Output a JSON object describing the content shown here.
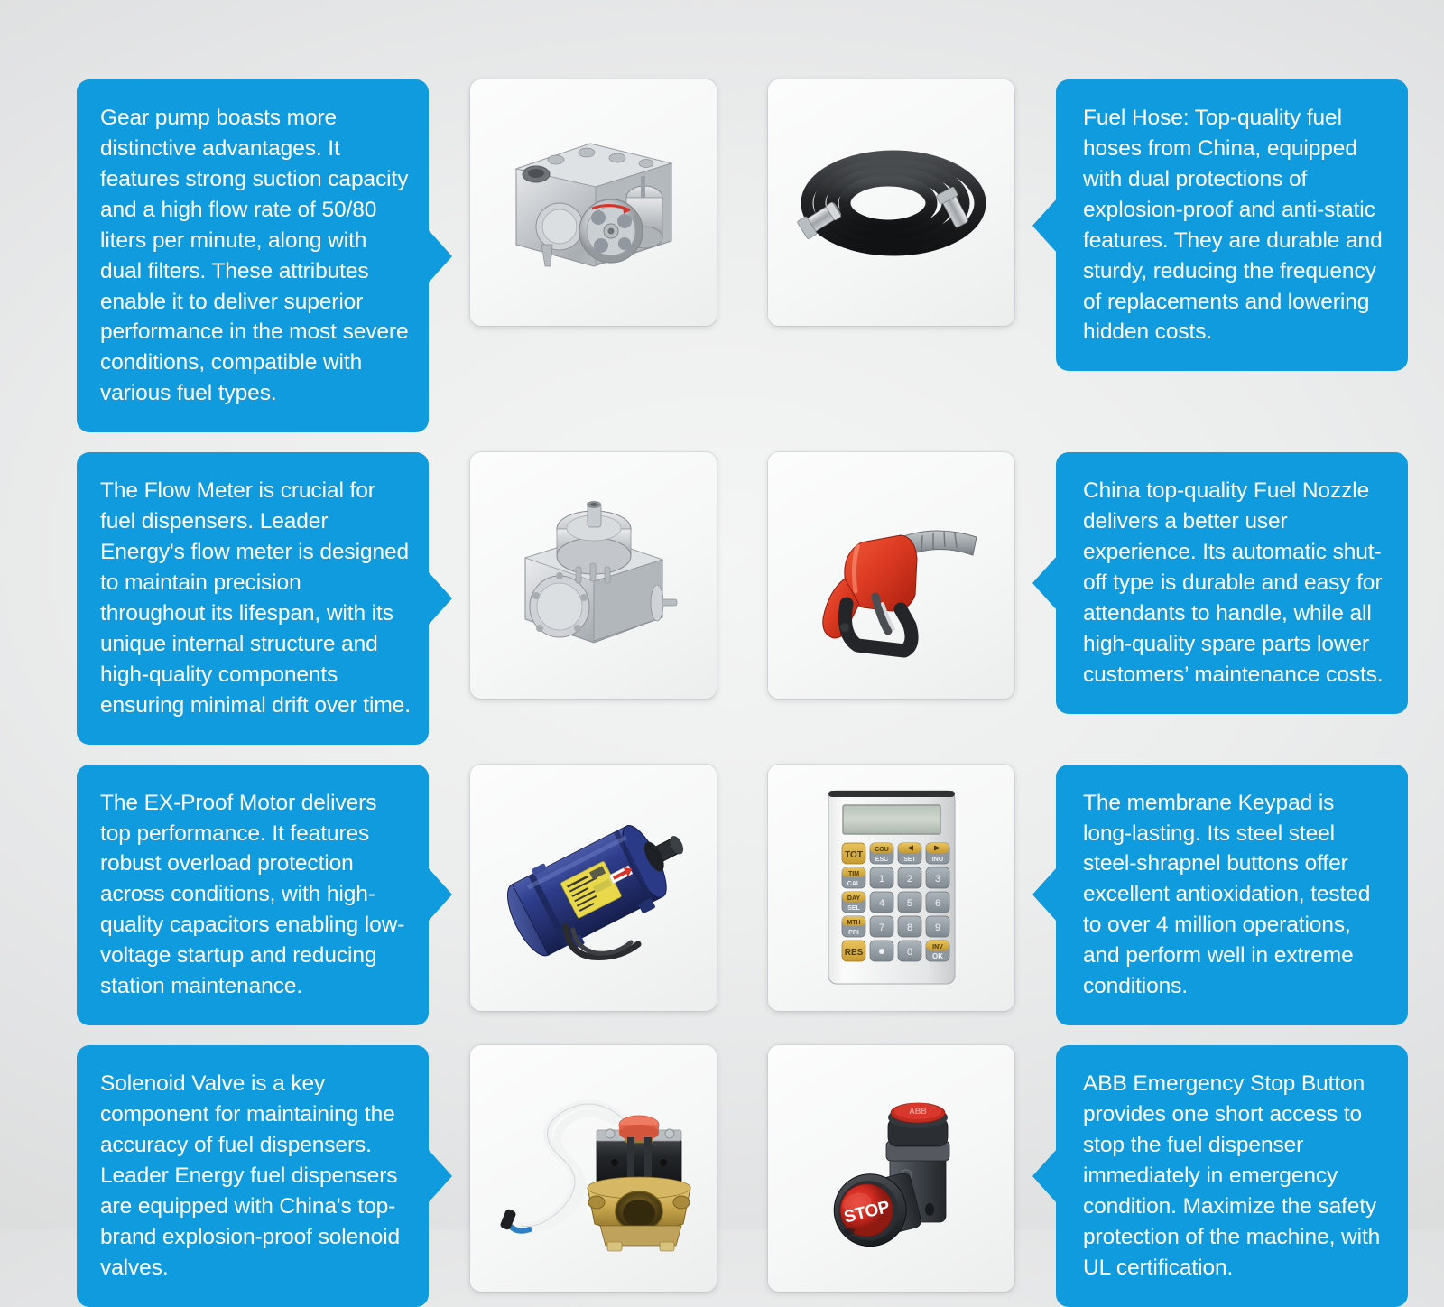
{
  "theme": {
    "accent": "#0f9bdd",
    "background": "#e9eaeb",
    "card_background": "#f7f8f8",
    "text_on_accent": "#ffffff"
  },
  "layout": {
    "columns": 4,
    "rows": 4,
    "description": "Four-row infographic of fuel dispenser components: each row has a left callout, two product photo cards, and a right callout."
  },
  "rows": [
    {
      "left_callout": {
        "component": "Gear Pump",
        "text": "Gear pump boasts more distinctive advantages. It features strong suction capacity and a high flow rate of 50/80 liters per minute, along with dual filters. These attributes enable it to deliver superior performance in the most severe conditions, compatible with various fuel types."
      },
      "left_image": {
        "name": "gear-pump-photo",
        "caption": "Silver aluminum gear pump assembly with belt pulley"
      },
      "right_image": {
        "name": "fuel-hose-photo",
        "caption": "Coiled black rubber fuel hose with chrome end fittings"
      },
      "right_callout": {
        "component": "Fuel Hose",
        "text": "Fuel Hose: Top-quality fuel hoses from China, equipped with dual protections of explosion-proof and anti-static features. They are durable and sturdy, reducing the frequency of replacements and lowering hidden costs."
      }
    },
    {
      "left_callout": {
        "component": "Flow Meter",
        "text": "The Flow Meter is crucial for fuel dispensers. Leader Energy's flow meter is designed to maintain precision throughout its lifespan, with its unique internal structure and high-quality components ensuring minimal drift over time."
      },
      "left_image": {
        "name": "flow-meter-photo",
        "caption": "Cast aluminum four-piston flow meter"
      },
      "right_image": {
        "name": "fuel-nozzle-photo",
        "caption": "Red automatic shut-off fuel nozzle with grey spout"
      },
      "right_callout": {
        "component": "Fuel Nozzle",
        "text": "China top-quality Fuel Nozzle delivers a better user experience. Its automatic shut-off type is durable and easy for attendants to handle, while all high-quality spare parts lower customers’ maintenance costs."
      }
    },
    {
      "left_callout": {
        "component": "EX-Proof Motor",
        "text": "The EX-Proof Motor delivers top performance. It features robust overload protection across conditions, with high-quality capacitors enabling low-voltage startup and reducing station maintenance."
      },
      "left_image": {
        "name": "ex-proof-motor-photo",
        "caption": "Blue explosion-proof electric motor with yellow rating label and red arrow decal"
      },
      "right_image": {
        "name": "membrane-keypad-photo",
        "caption": "Membrane keypad with LCD display and numeric keys",
        "keypad": {
          "function_keys": [
            "TOT",
            "TIM / CAL",
            "DAY / SEL",
            "MTH / PRI",
            "RES"
          ],
          "top_row": [
            "COU / ESC",
            "◄ / SET",
            "► / INO"
          ],
          "number_keys": [
            "1",
            "2",
            "3",
            "4",
            "5",
            "6",
            "7",
            "8",
            "9",
            "●",
            "0"
          ],
          "enter_key": "INV / OK"
        }
      },
      "right_callout": {
        "component": "Membrane Keypad",
        "text": "The membrane Keypad is long-lasting. Its steel steel steel-shrapnel buttons offer excellent antioxidation, tested to over 4 million operations, and perform well in extreme conditions."
      }
    },
    {
      "left_callout": {
        "component": "Solenoid Valve",
        "text": "Solenoid Valve is a key component for maintaining the accuracy of fuel dispensers. Leader Energy fuel dispensers are equipped with China's top-brand explosion-proof solenoid valves."
      },
      "left_image": {
        "name": "solenoid-valve-photo",
        "caption": "Brass solenoid valve with black coils, red cap and white cable"
      },
      "right_image": {
        "name": "emergency-stop-button-photo",
        "caption": "Two ABB red emergency stop push buttons",
        "button_label": "STOP"
      },
      "right_callout": {
        "component": "Emergency Stop Button",
        "text": "ABB Emergency Stop Button provides one short access to stop the fuel dispenser immediately in emergency condition. Maximize the safety protection of the machine, with UL certification."
      }
    }
  ]
}
